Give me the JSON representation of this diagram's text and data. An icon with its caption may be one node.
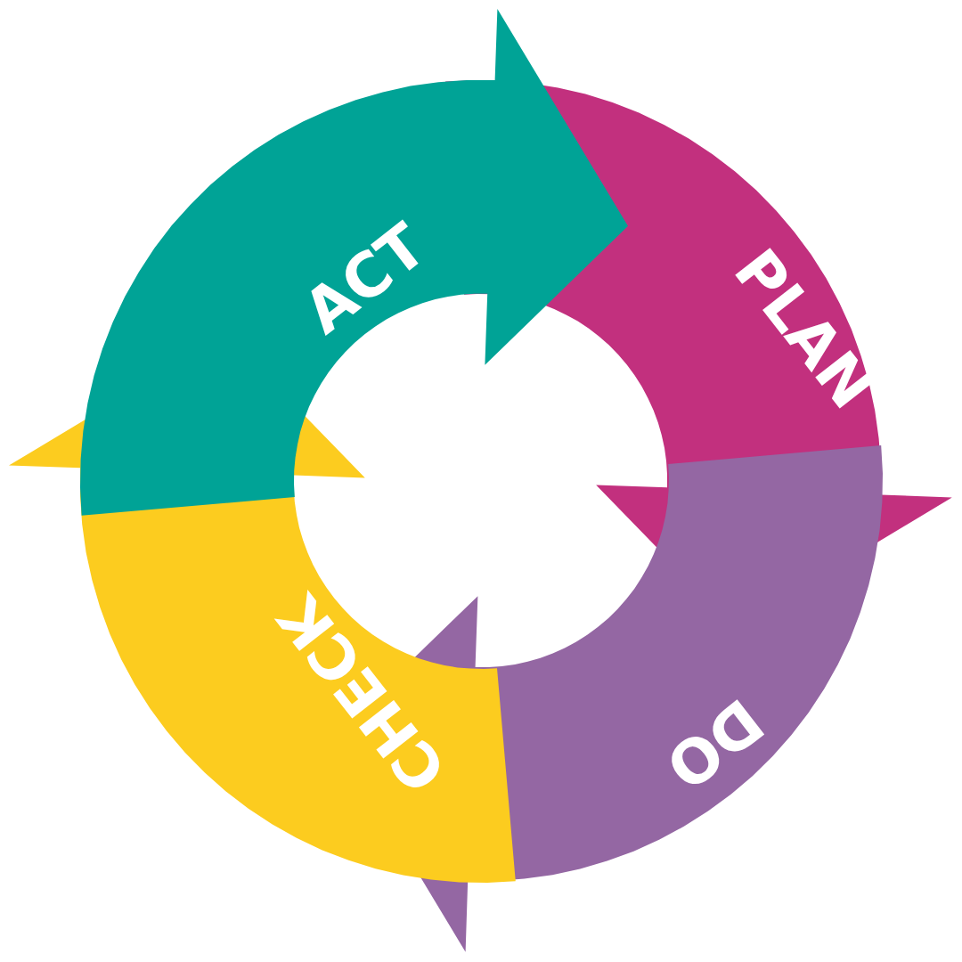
{
  "diagram": {
    "nodes": [
      {
        "text": [
          "ACT"
        ]
      },
      {
        "text": [
          "PLAN"
        ]
      },
      {
        "text": [
          "DO"
        ]
      },
      {
        "text": [
          "CHECK"
        ]
      }
    ]
  }
}
